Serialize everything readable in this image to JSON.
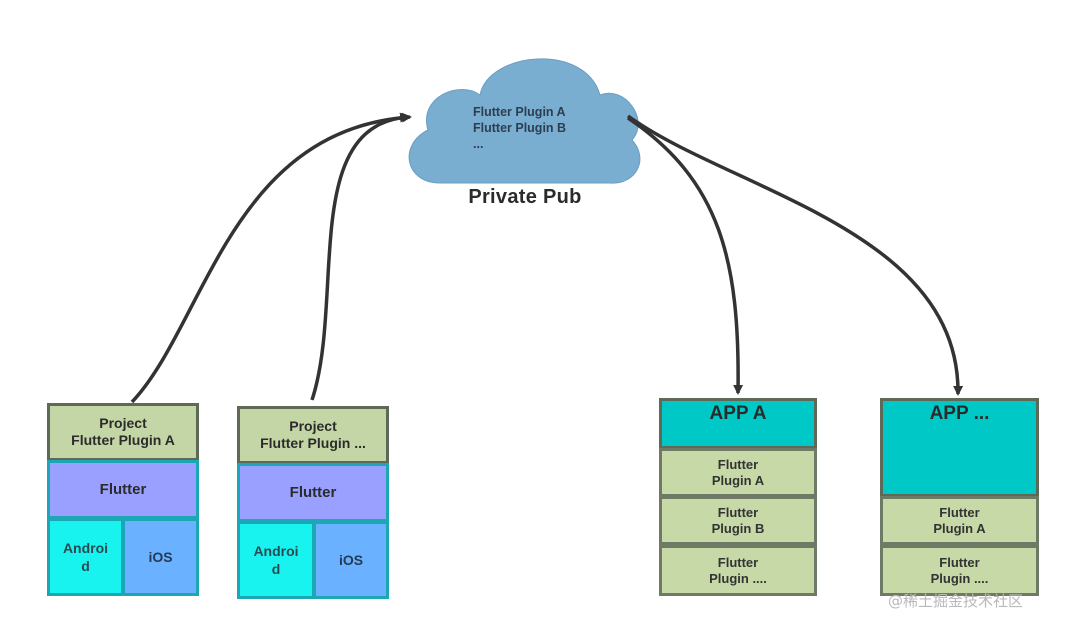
{
  "cloud": {
    "items": [
      "Flutter Plugin A",
      "Flutter Plugin B",
      "..."
    ],
    "label": "Private Pub",
    "fill": "#7aaed1"
  },
  "projects": [
    {
      "header_line1": "Project",
      "header_line2": "Flutter Plugin A",
      "flutter": "Flutter",
      "android_line1": "Androi",
      "android_line2": "d",
      "ios": "iOS"
    },
    {
      "header_line1": "Project",
      "header_line2": "Flutter Plugin ...",
      "flutter": "Flutter",
      "android_line1": "Androi",
      "android_line2": "d",
      "ios": "iOS"
    }
  ],
  "apps": [
    {
      "title": "APP A",
      "plugins": [
        {
          "line1": "Flutter",
          "line2": "Plugin A"
        },
        {
          "line1": "Flutter",
          "line2": "Plugin B"
        },
        {
          "line1": "Flutter",
          "line2": "Plugin ...."
        }
      ]
    },
    {
      "title": "APP ...",
      "plugins": [
        {
          "line1": "Flutter",
          "line2": "Plugin A"
        },
        {
          "line1": "Flutter",
          "line2": "Plugin ...."
        }
      ]
    }
  ],
  "watermark": "@稀土掘金技术社区",
  "colors": {
    "arrow": "#333333",
    "project_header": "#c5d6a6",
    "flutter_layer": "#9aa0ff",
    "android": "#18f3f0",
    "ios": "#6ab2ff",
    "app_header": "#00c8c6",
    "plugin_cell": "#c8d9a8"
  }
}
